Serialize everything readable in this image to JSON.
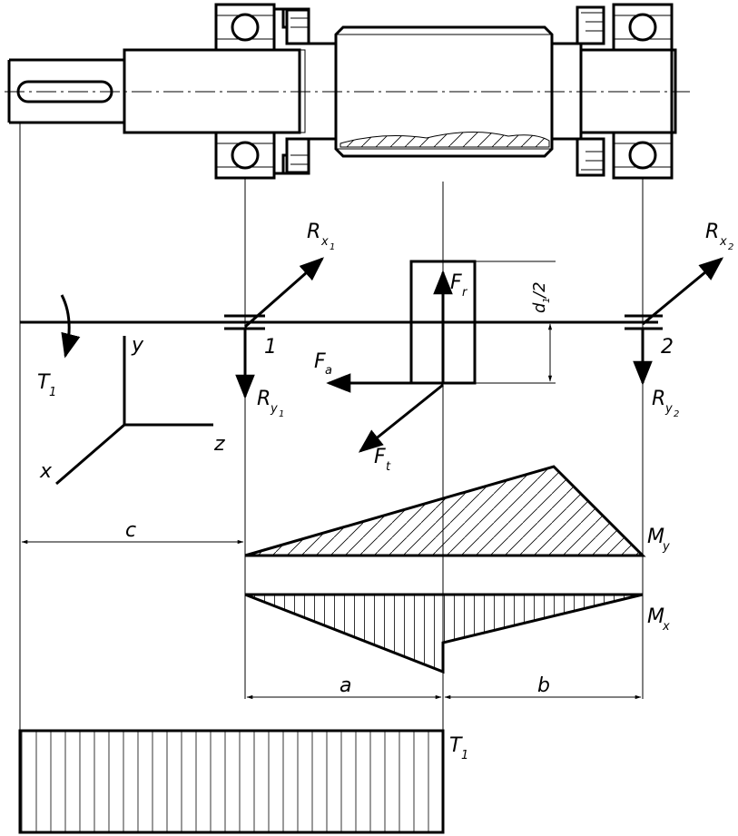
{
  "labels": {
    "T": "T",
    "one": "1",
    "R": "R",
    "y": "y",
    "one_sub": "1",
    "two_sub": "2",
    "sub_x": "x",
    "sub_y": "y",
    "F": "F",
    "r": "r",
    "a": "a",
    "t": "t",
    "d_frac": "d",
    "d_sub": "1",
    "d_div": "/2",
    "support1": "1",
    "support2": "2",
    "axis_x": "x",
    "axis_y": "y",
    "axis_z": "z",
    "dim_c": "c",
    "dim_a": "a",
    "dim_b": "b",
    "M": "M",
    "My_sub": "y",
    "Mx_sub": "x",
    "T1_sub": "1"
  }
}
